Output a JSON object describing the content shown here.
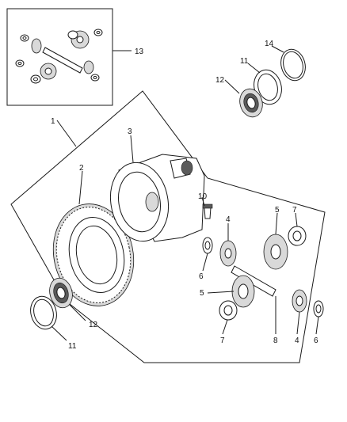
{
  "callouts": {
    "c1": "1",
    "c2": "2",
    "c3": "3",
    "c4a": "4",
    "c4b": "4",
    "c5a": "5",
    "c5b": "5",
    "c6a": "6",
    "c6b": "6",
    "c7a": "7",
    "c7b": "7",
    "c8": "8",
    "c10": "10",
    "c11a": "11",
    "c11b": "11",
    "c12a": "12",
    "c12b": "12",
    "c13": "13",
    "c14": "14"
  }
}
